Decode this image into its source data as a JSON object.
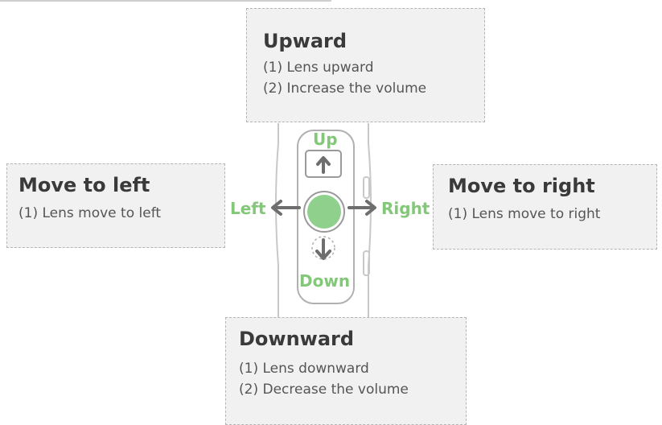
{
  "up_box": {
    "title": "Upward",
    "lines": [
      "(1) Lens upward",
      "(2) Increase the volume"
    ]
  },
  "left_box": {
    "title": "Move to left",
    "lines": [
      "(1) Lens move to left"
    ]
  },
  "right_box": {
    "title": "Move to right",
    "lines": [
      "(1) Lens move to right"
    ]
  },
  "down_box": {
    "title": "Downward",
    "lines": [
      "(1) Lens downward",
      "(2) Decrease the volume"
    ]
  },
  "direction_labels": {
    "up": "Up",
    "left": "Left",
    "right": "Right",
    "down": "Down"
  },
  "colors": {
    "accent": "#82c878",
    "arrow": "#6e6e6e",
    "box_bg": "#f1f1f1",
    "outline": "#b5b5b5"
  }
}
